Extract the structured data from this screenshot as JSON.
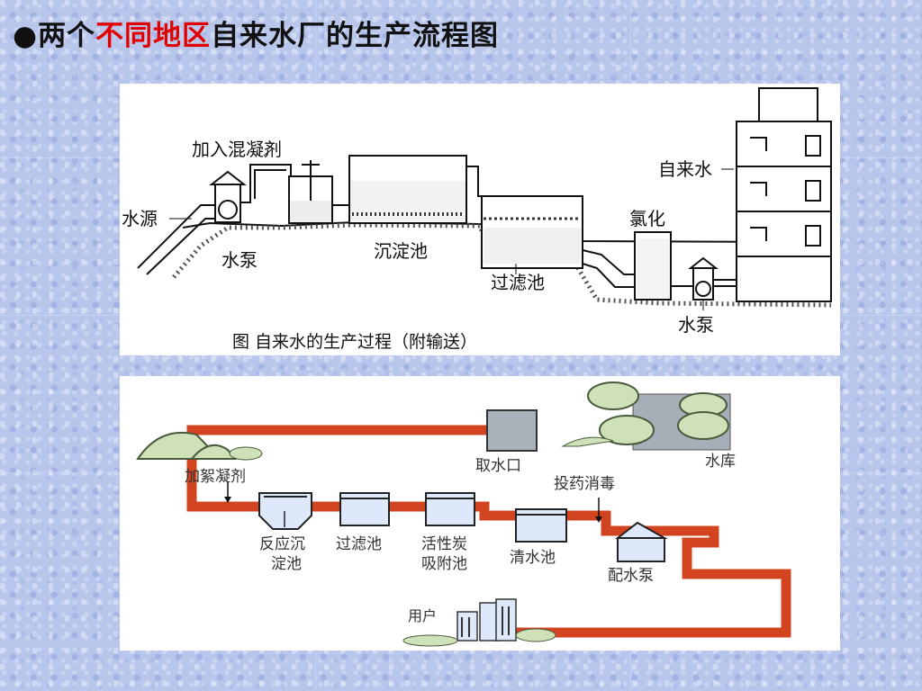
{
  "title": {
    "bullet": "●",
    "prefix": "两个",
    "highlight": "不同地区",
    "suffix": "自来水厂的生产流程图"
  },
  "colors": {
    "highlight": "#e00000",
    "pipe": "#d2441f",
    "tank_fill": "#dde8fb",
    "tree": "#cfe1b8",
    "reservoir": "#a6aeb8",
    "background": "#b9c6ec"
  },
  "diagram_top": {
    "labels": {
      "coagulant": "加入混凝剂",
      "source": "水源",
      "pump_1": "水泵",
      "sedimentation": "沉淀池",
      "filter": "过滤池",
      "chlorination": "氯化",
      "tap_water": "自来水",
      "pump_2": "水泵"
    },
    "caption": "图  自来水的生产过程（附输送）"
  },
  "diagram_bottom": {
    "labels": {
      "intake": "取水口",
      "reservoir": "水库",
      "coagulant": "加絮凝剂",
      "disinfect": "投药消毒",
      "reaction_1": "反应沉",
      "reaction_2": "淀池",
      "filter": "过滤池",
      "carbon_1": "活性炭",
      "carbon_2": "吸附池",
      "clear": "清水池",
      "pump": "配水泵",
      "users": "用户"
    }
  }
}
